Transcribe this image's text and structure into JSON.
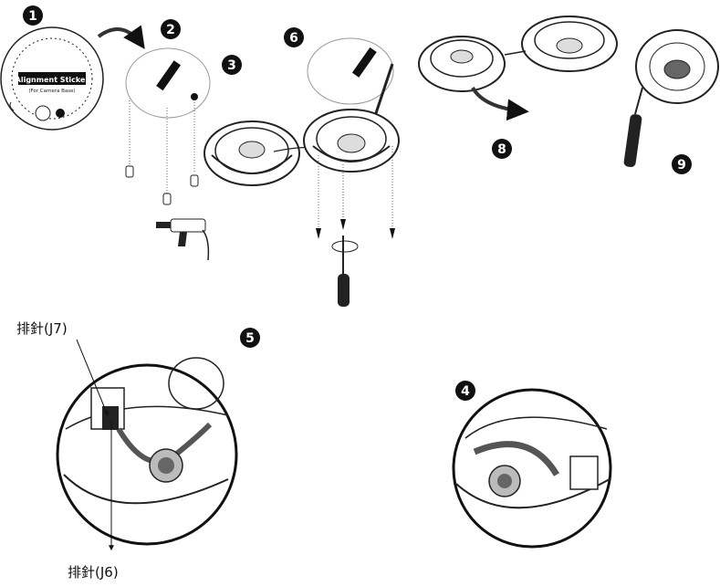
{
  "steps": {
    "s1": "1",
    "s2": "2",
    "s3": "3",
    "s4": "4",
    "s5": "5",
    "s6": "6",
    "s8": "8",
    "s9": "9"
  },
  "sticker": {
    "title": "Alignment Sticker",
    "subtitle": "(For Camera Base)"
  },
  "connectors": {
    "j7": "排針(J7)",
    "j6": "排針(J6)"
  },
  "colors": {
    "ink": "#111111",
    "badge": "#111111",
    "badge_text": "#ffffff"
  }
}
